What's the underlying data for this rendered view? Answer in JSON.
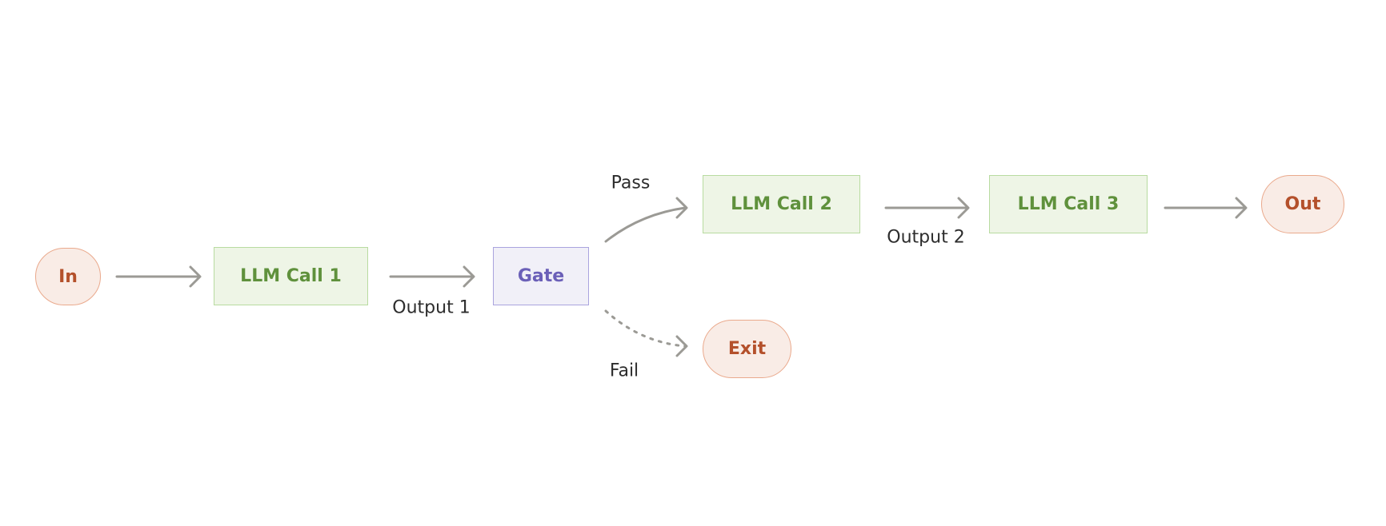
{
  "nodes": {
    "in": "In",
    "llm1": "LLM Call 1",
    "gate": "Gate",
    "llm2": "LLM Call 2",
    "llm3": "LLM Call 3",
    "out": "Out",
    "exit": "Exit"
  },
  "edge_labels": {
    "output1": "Output 1",
    "output2": "Output 2",
    "pass": "Pass",
    "fail": "Fail"
  },
  "colors": {
    "llm_fill": "#eef5e6",
    "llm_text": "#5f913c",
    "gate_fill": "#f1f0f8",
    "gate_text": "#6b60b8",
    "terminal_fill": "#f9ece6",
    "terminal_text": "#b4502b",
    "arrow": "#9b9a95"
  }
}
